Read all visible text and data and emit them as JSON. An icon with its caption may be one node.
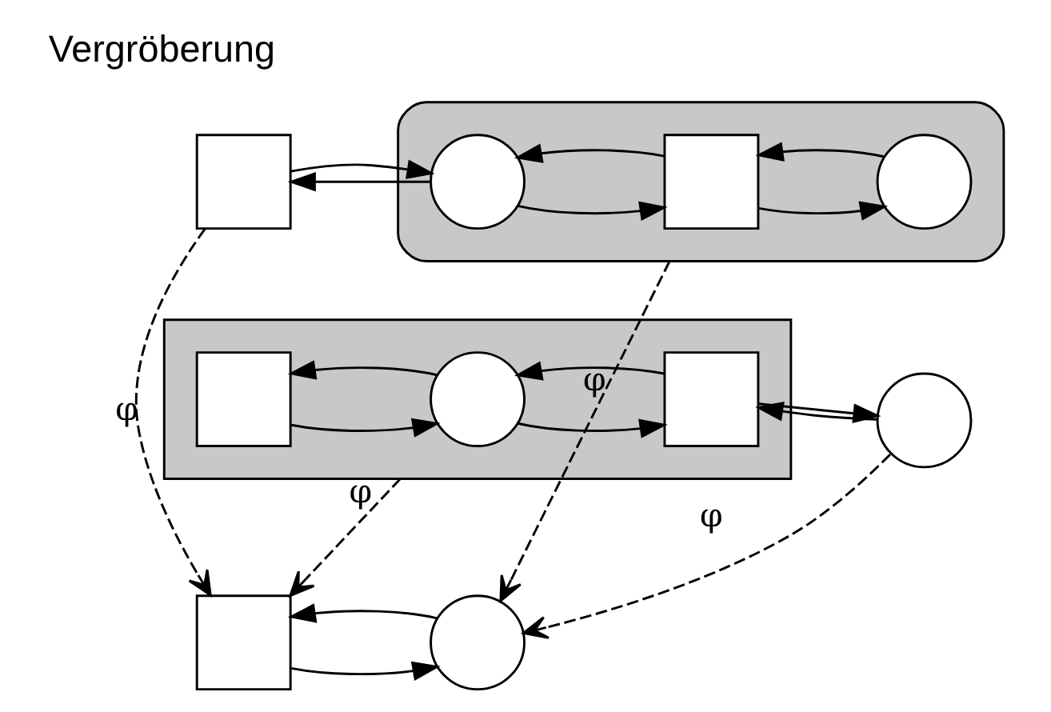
{
  "diagram": {
    "title": "Vergröberung",
    "nodes": [
      {
        "text": [],
        "shape": "box"
      },
      {
        "text": [],
        "shape": "ellipse"
      },
      {
        "text": [],
        "shape": "circle",
        "in": 1
      },
      {
        "text": [],
        "shape": "box",
        "in": 1
      },
      {
        "text": [],
        "shape": "circle",
        "in": 1
      },
      {
        "text": [],
        "shape": "box"
      },
      {
        "text": [],
        "shape": "circle"
      },
      {
        "text": [],
        "shape": "box"
      },
      {
        "text": [],
        "shape": "box",
        "in": 7
      },
      {
        "text": [],
        "shape": "circle",
        "in": 7
      },
      {
        "text": [],
        "shape": "box",
        "in": 7
      },
      {
        "text": [],
        "shape": "circle"
      }
    ],
    "edges": [
      {
        "from": 0,
        "to": 2,
        "arrow": "to"
      },
      {
        "from": 2,
        "to": 0,
        "arrow": "to"
      },
      {
        "from": 3,
        "to": 2,
        "arrow": "to"
      },
      {
        "from": 2,
        "to": 3,
        "arrow": "to"
      },
      {
        "from": 3,
        "to": 4,
        "arrow": "to"
      },
      {
        "from": 4,
        "to": 3,
        "arrow": "to"
      },
      {
        "from": 0,
        "to": 5,
        "arrow": "to",
        "label": "φ",
        "style": "dashed"
      },
      {
        "from": 1,
        "to": 6,
        "arrow": "to",
        "label": "φ",
        "style": "dashed"
      },
      {
        "from": 5,
        "to": 6,
        "arrow": "to"
      },
      {
        "from": 6,
        "to": 5,
        "arrow": "to"
      },
      {
        "from": 7,
        "to": 5,
        "arrow": "to",
        "label": "φ",
        "style": "dashed"
      },
      {
        "from": 11,
        "to": 6,
        "arrow": "to",
        "label": "φ",
        "style": "dashed"
      },
      {
        "from": 8,
        "to": 9,
        "arrow": "to"
      },
      {
        "from": 9,
        "to": 8,
        "arrow": "to"
      },
      {
        "from": 10,
        "to": 9,
        "arrow": "to"
      },
      {
        "from": 9,
        "to": 10,
        "arrow": "to"
      },
      {
        "from": 10,
        "to": 11,
        "arrow": "to"
      },
      {
        "from": 11,
        "to": 10,
        "arrow": "to"
      }
    ]
  }
}
